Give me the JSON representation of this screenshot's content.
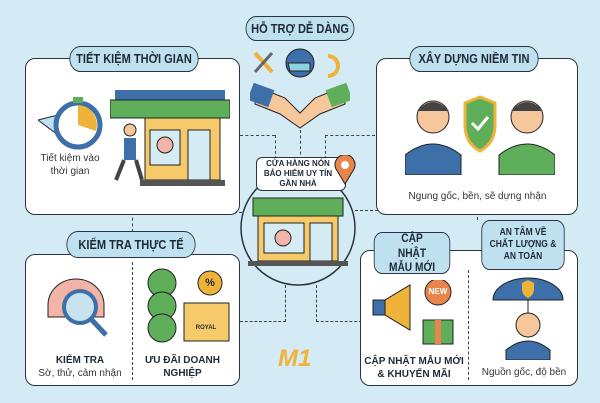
{
  "header": {
    "title": "HỖ TRỢ DỄ DÀNG"
  },
  "center": {
    "label": "CỬA HÀNG NÓN BẢO HIỂM UY TÍN GẦN NHÀ"
  },
  "top_left": {
    "title": "TIẾT KIỆM THỜI GIAN",
    "caption": "Tiết kiệm vào thời gian"
  },
  "top_right": {
    "title": "XÂY DỰNG NIỀM TIN",
    "caption": "Ngung gốc, bền, sẽ dựng nhận"
  },
  "bottom_left": {
    "title": "KIỂM TRA THỰC TẾ",
    "left_title": "KIỂM TRA",
    "left_caption": "Sờ, thử, cảm nhận",
    "right_title": "ƯU ĐÃI DOANH NGHIỆP",
    "box_label": "ROYAL",
    "badge": "%"
  },
  "bottom_right": {
    "title": "CẬP NHẬT MẪU MỚI",
    "title2": "AN TÂM VỀ CHẤT LƯỢNG & AN TOÀN",
    "left_title": "CẬP NHẬT MẪU MỚI & KHUYẾN MÃI",
    "badge": "NEW",
    "right_caption": "Nguồn gốc, độ bền"
  },
  "logo": {
    "text": "M1"
  },
  "colors": {
    "background": "#d4eaf4",
    "pill": "#bfe0ef",
    "accent_orange": "#f0b33a",
    "green": "#5fae5a",
    "blue": "#3d6fa8"
  }
}
